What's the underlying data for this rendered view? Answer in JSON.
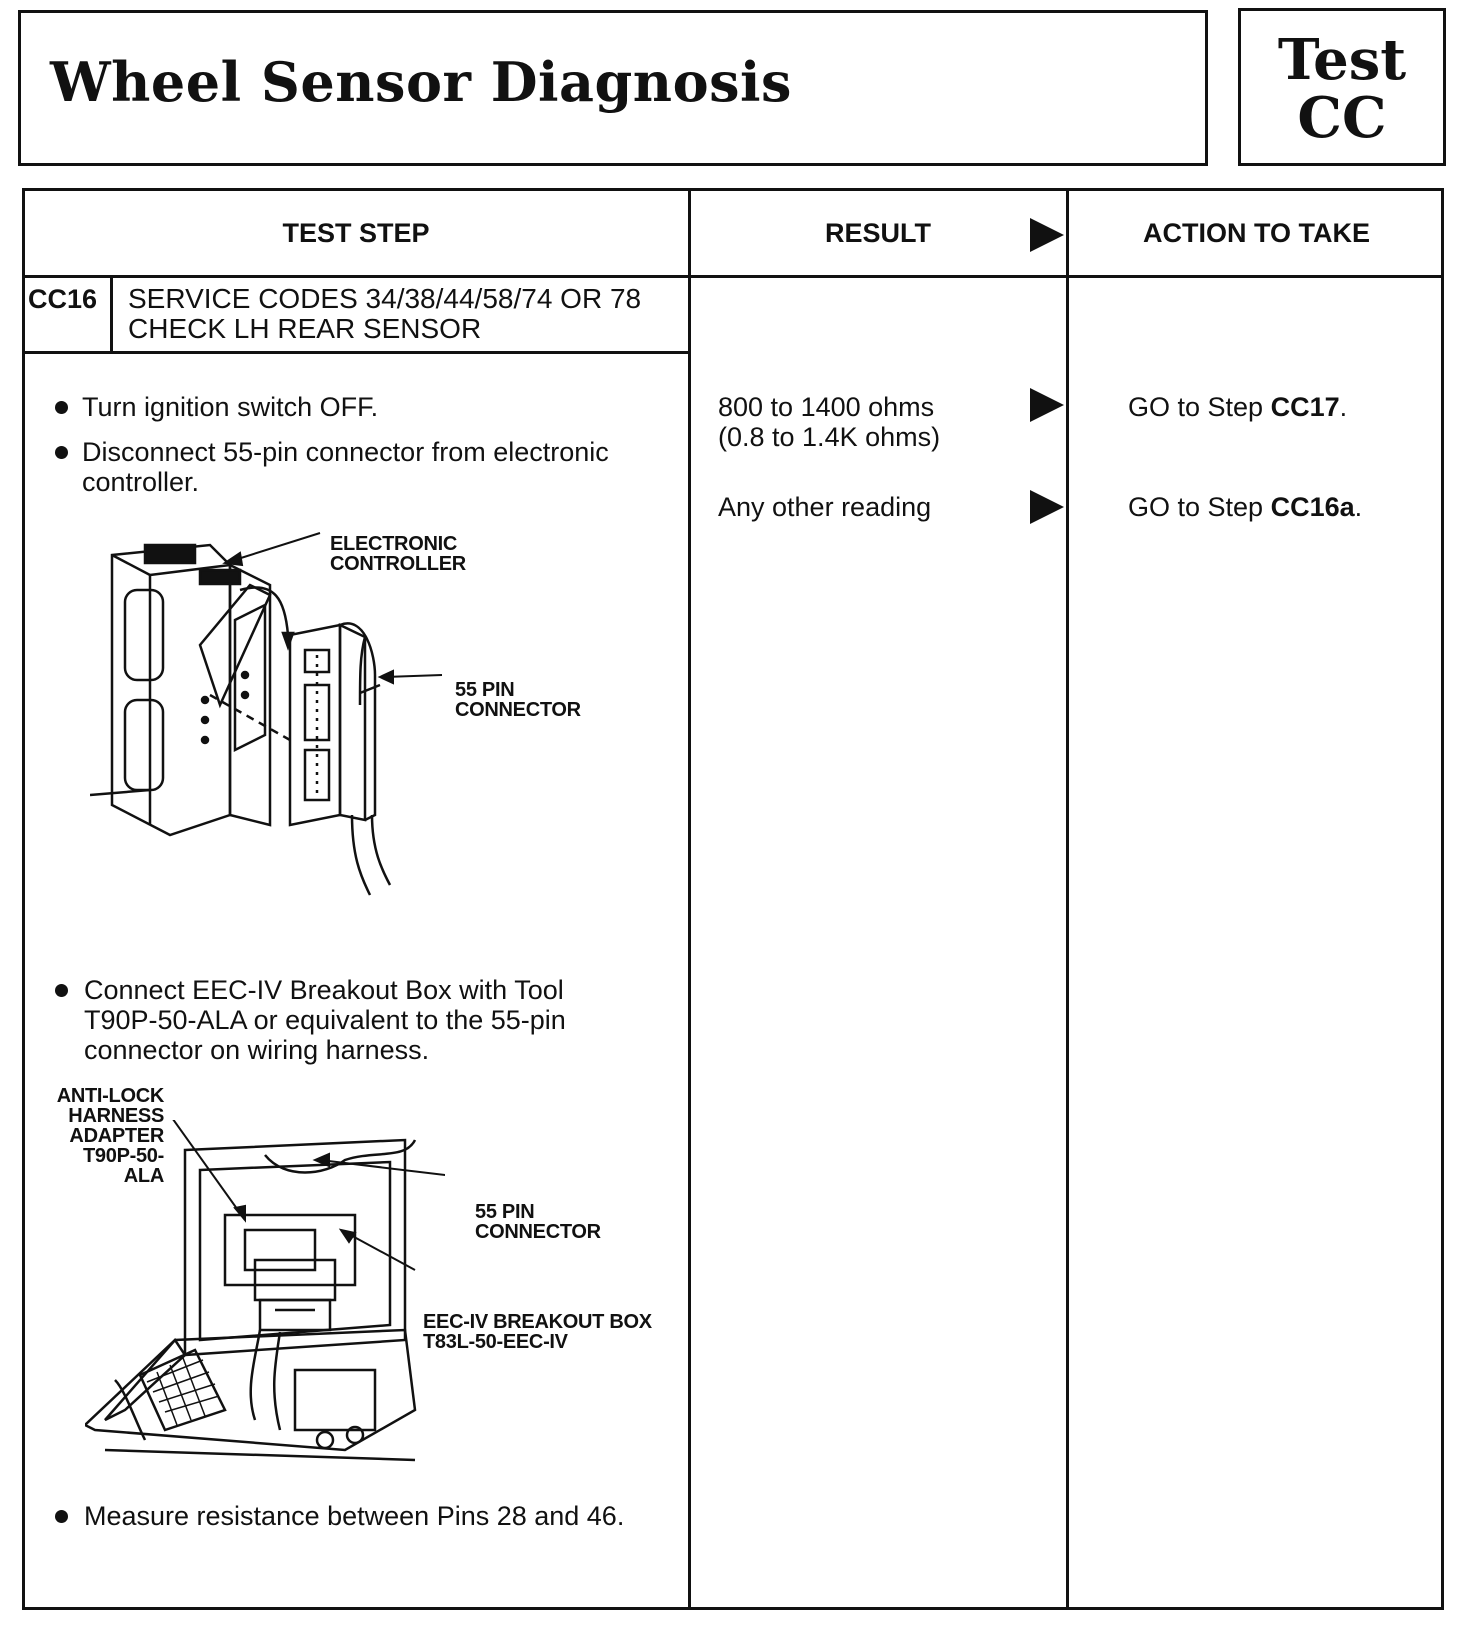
{
  "header": {
    "title": "Wheel Sensor Diagnosis",
    "test_word": "Test",
    "test_code": "CC"
  },
  "table": {
    "col_test_step": "TEST STEP",
    "col_result": "RESULT",
    "col_action": "ACTION TO TAKE"
  },
  "step": {
    "id": "CC16",
    "title_line1": "SERVICE CODES 34/38/44/58/74 OR 78",
    "title_line2": "CHECK LH REAR SENSOR",
    "bullets": [
      {
        "lines": [
          "Turn ignition switch OFF."
        ]
      },
      {
        "lines": [
          "Disconnect 55-pin connector from electronic",
          "controller."
        ]
      },
      {
        "lines": [
          "Connect EEC-IV Breakout Box with Tool",
          "T90P-50-ALA or equivalent to the 55-pin",
          "connector on wiring harness."
        ]
      },
      {
        "lines": [
          "Measure resistance between Pins 28 and 46."
        ]
      }
    ],
    "figure1": {
      "callout_controller": [
        "ELECTRONIC",
        "CONTROLLER"
      ],
      "callout_connector": [
        "55 PIN",
        "CONNECTOR"
      ]
    },
    "figure2": {
      "callout_adapter": [
        "ANTI-LOCK",
        "HARNESS",
        "ADAPTER",
        "T90P-50-ALA"
      ],
      "callout_connector": [
        "55 PIN",
        "CONNECTOR"
      ],
      "callout_box": [
        "EEC-IV BREAKOUT BOX",
        "T83L-50-EEC-IV"
      ]
    }
  },
  "results": [
    {
      "lines": [
        "800 to 1400 ohms",
        "(0.8 to 1.4K ohms)"
      ],
      "action_prefix": "GO to Step ",
      "action_step": "CC17",
      "action_suffix": "."
    },
    {
      "lines": [
        "Any other reading"
      ],
      "action_prefix": "GO to Step ",
      "action_step": "CC16a",
      "action_suffix": "."
    }
  ]
}
